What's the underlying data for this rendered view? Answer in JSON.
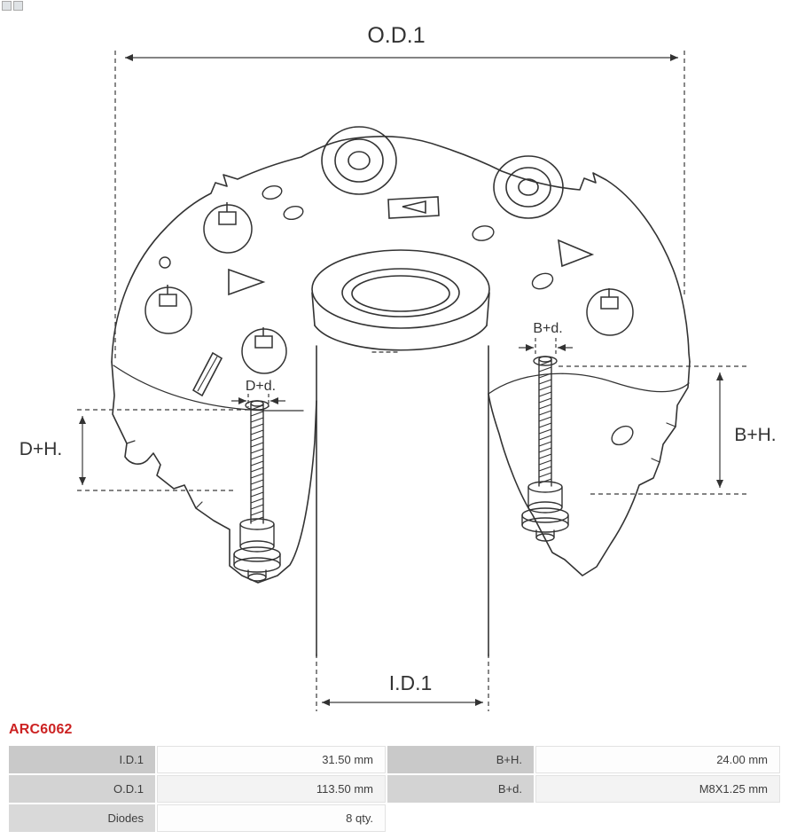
{
  "part": {
    "number": "ARC6062"
  },
  "colors": {
    "part_number_red": "#cc2222",
    "line_color": "#333333",
    "table_label_bg": "#c9c9c9"
  },
  "diagram": {
    "labels": {
      "od1": "O.D.1",
      "id1": "I.D.1",
      "dh": "D+H.",
      "bh": "B+H.",
      "dd": "D+d.",
      "bd": "B+d."
    }
  },
  "spec_table": {
    "rows": [
      {
        "cells": [
          {
            "label": "I.D.1",
            "value": "31.50 mm"
          },
          {
            "label": "B+H.",
            "value": "24.00 mm"
          }
        ]
      },
      {
        "cells": [
          {
            "label": "O.D.1",
            "value": "113.50 mm"
          },
          {
            "label": "B+d.",
            "value": "M8X1.25 mm"
          }
        ]
      },
      {
        "cells": [
          {
            "label": "Diodes",
            "value": "8 qty."
          },
          {
            "label": "",
            "value": ""
          }
        ]
      }
    ]
  }
}
